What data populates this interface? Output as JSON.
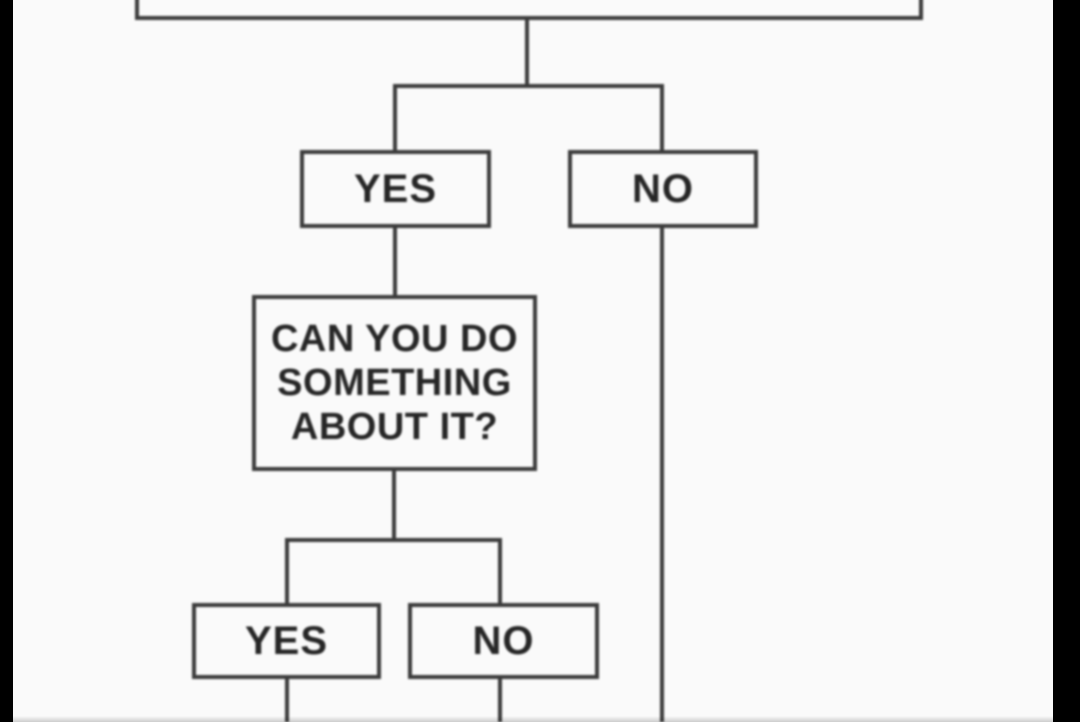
{
  "diagram": {
    "type": "flowchart",
    "description": "Partially visible stress/worry decision flowchart on a white background with black letterbox bars",
    "colors": {
      "letterbox": "#000000",
      "background": "#fafafa",
      "line": "#3b3b3b",
      "text": "#262626"
    },
    "nodes": {
      "top_box": {
        "label": "",
        "note": "large box cut off at top edge of frame"
      },
      "branch1_yes": {
        "label": "YES"
      },
      "branch1_no": {
        "label": "NO"
      },
      "question": {
        "label": "CAN YOU DO SOMETHING ABOUT IT?",
        "lines": [
          "CAN YOU DO",
          "SOMETHING",
          "ABOUT IT?"
        ]
      },
      "branch2_yes": {
        "label": "YES"
      },
      "branch2_no": {
        "label": "NO"
      }
    },
    "edges": [
      "top_box -> branch1_yes",
      "top_box -> branch1_no",
      "branch1_yes -> question",
      "question -> branch2_yes",
      "question -> branch2_no",
      "branch1_no -> (continues off bottom of frame)",
      "branch2_yes -> (continues off bottom of frame)",
      "branch2_no -> (continues off bottom of frame)"
    ]
  }
}
